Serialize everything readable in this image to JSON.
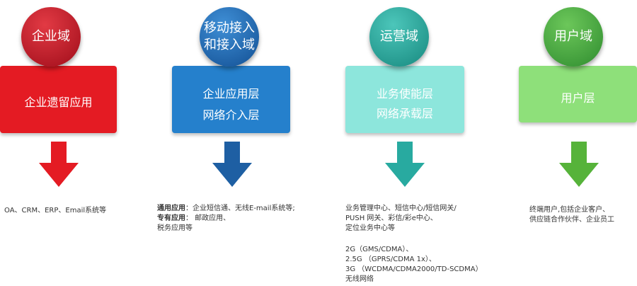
{
  "columns": [
    {
      "circle_lines": [
        "企业域"
      ],
      "box_lines": [
        "企业遗留应用"
      ],
      "colors": {
        "circle": "#b3111f",
        "box": "#e41b23",
        "arrow": "#e41b23"
      },
      "desc_lines": [
        {
          "bold": "",
          "text": "OA、CRM、ERP、Email系统等"
        }
      ]
    },
    {
      "circle_lines": [
        "移动接入",
        "和接入域"
      ],
      "box_lines": [
        "企业应用层",
        "网络介入层"
      ],
      "colors": {
        "circle": "#1a5fa8",
        "box": "#2580cc",
        "arrow": "#1e5fa3"
      },
      "desc_lines": [
        {
          "bold": "通用应用",
          "text": "：企业短信通、无线E-mail系统等;"
        },
        {
          "bold": "专有应用",
          "text": "：  邮政应用、"
        },
        {
          "bold": "",
          "text": "税务应用等"
        }
      ]
    },
    {
      "circle_lines": [
        "运营域"
      ],
      "box_lines": [
        "业务使能层",
        "网络承载层"
      ],
      "colors": {
        "circle": "#21a89c",
        "box": "#8de6dc",
        "arrow": "#28aaa0"
      },
      "desc_lines": [
        {
          "bold": "",
          "text": "业务管理中心、短信中心/短信网关/"
        },
        {
          "bold": "",
          "text": "PUSH 网关、彩信/彩e中心、"
        },
        {
          "bold": "",
          "text": "定位业务中心等"
        }
      ],
      "desc2_lines": [
        "2G（GMS/CDMA）、",
        "2.5G （GPRS/CDMA 1x）、",
        "3G （WCDMA/CDMA2000/TD-SCDMA）",
        "无线网络"
      ]
    },
    {
      "circle_lines": [
        "用户域"
      ],
      "box_lines": [
        "用户层"
      ],
      "colors": {
        "circle": "#3aa33a",
        "box": "#8ee07a",
        "arrow": "#56b33a"
      },
      "desc_lines": [
        {
          "bold": "",
          "text": "终端用户,包括企业客户、"
        },
        {
          "bold": "",
          "text": "供应链合作伙伴、企业员工"
        }
      ]
    }
  ]
}
